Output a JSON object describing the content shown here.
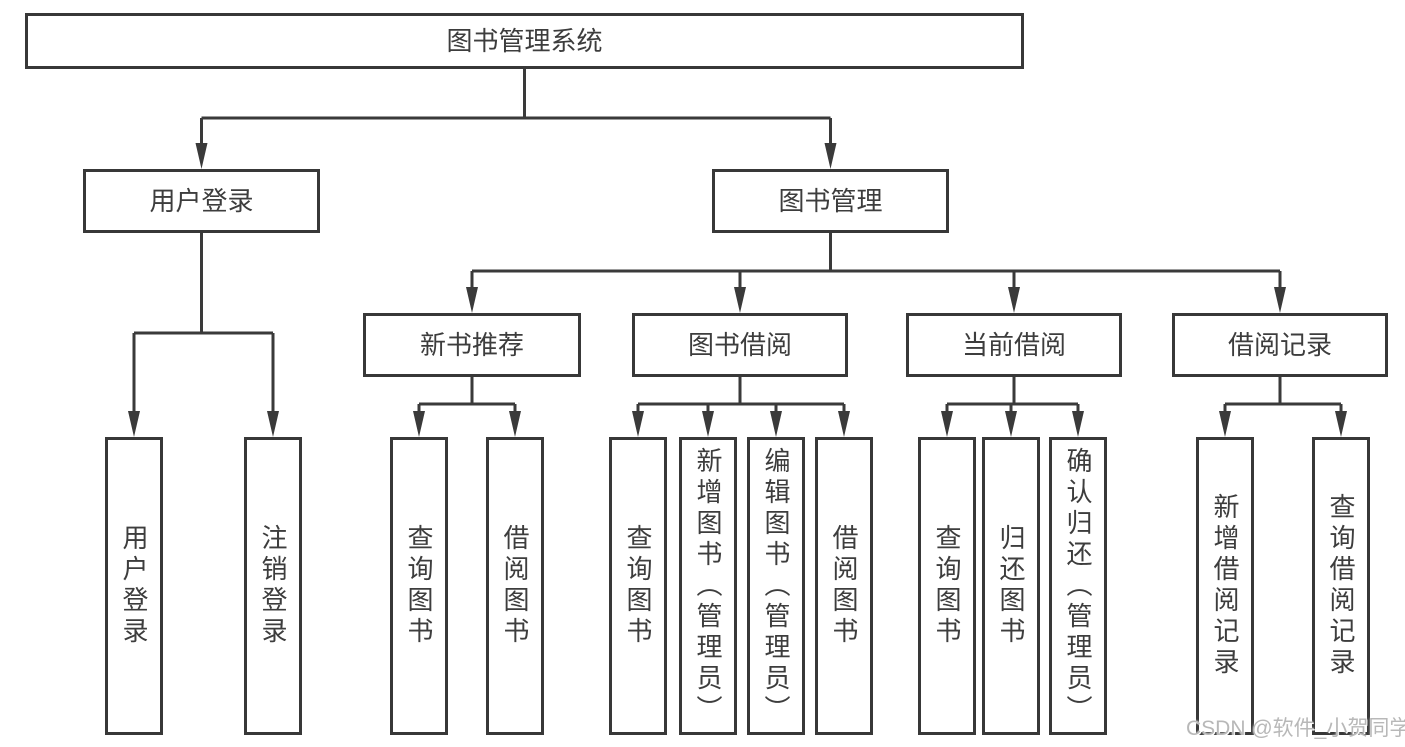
{
  "diagram_title": "图书管理系统",
  "level2": {
    "user_login": "用户登录",
    "book_management": "图书管理"
  },
  "level3": {
    "new_book_recommend": "新书推荐",
    "book_borrowing": "图书借阅",
    "current_borrowing": "当前借阅",
    "borrowing_records": "借阅记录"
  },
  "leaves": {
    "user_login_group": [
      "用户登录",
      "注销登录"
    ],
    "new_book_group": [
      "查询图书",
      "借阅图书"
    ],
    "borrowing_group": [
      "查询图书",
      "新增图书（管理员）",
      "编辑图书（管理员）",
      "借阅图书"
    ],
    "current_group": [
      "查询图书",
      "归还图书",
      "确认归还（管理员）"
    ],
    "records_group": [
      "新增借阅记录",
      "查询借阅记录"
    ]
  },
  "watermark": "CSDN @软件_小贺同学",
  "colors": {
    "line": "#3a3a3a",
    "text": "#3d3d3d",
    "watermark": "#b8b8b8",
    "background": "#ffffff"
  }
}
